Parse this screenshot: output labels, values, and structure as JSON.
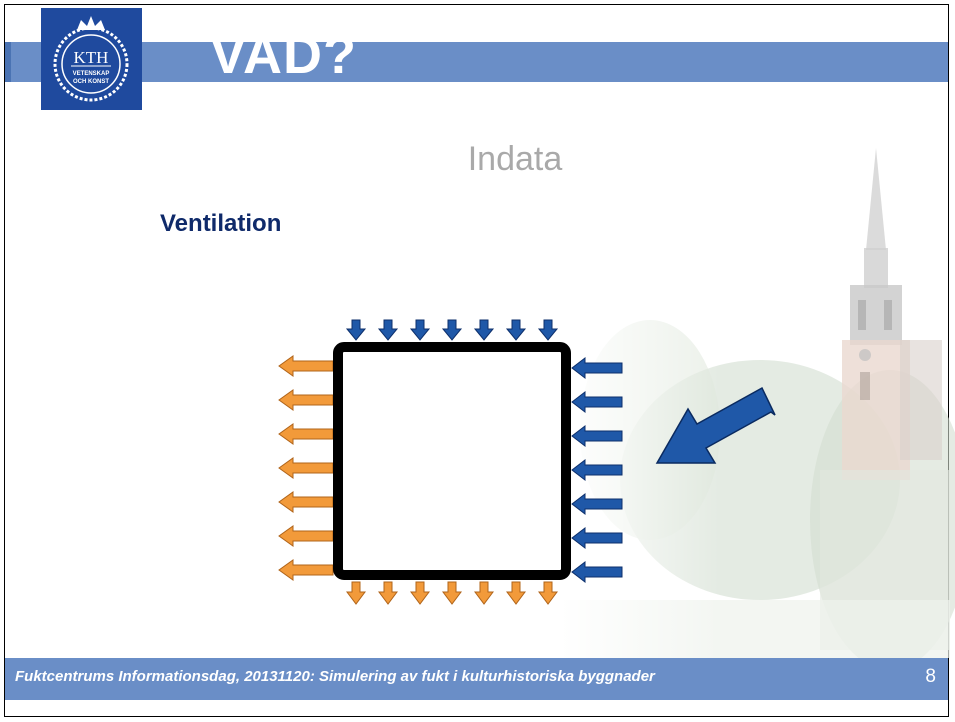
{
  "header": {
    "title": "VAD?",
    "logo_text": "KTH",
    "logo_subtext_1": "VETENSKAP",
    "logo_subtext_2": "OCH KONST"
  },
  "main": {
    "subtitle": "Indata",
    "heading": "Ventilation"
  },
  "footer": {
    "text": "Fuktcentrums Informationsdag, 20131120: Simulering av fukt i kulturhistoriska byggnader",
    "page_number": "8"
  },
  "colors": {
    "header_blue": "#6a8ec7",
    "logo_blue": "#1f4a9e",
    "heading_navy": "#0f2a6a",
    "arrow_blue": "#1f58a8",
    "arrow_orange": "#f29a3a"
  }
}
